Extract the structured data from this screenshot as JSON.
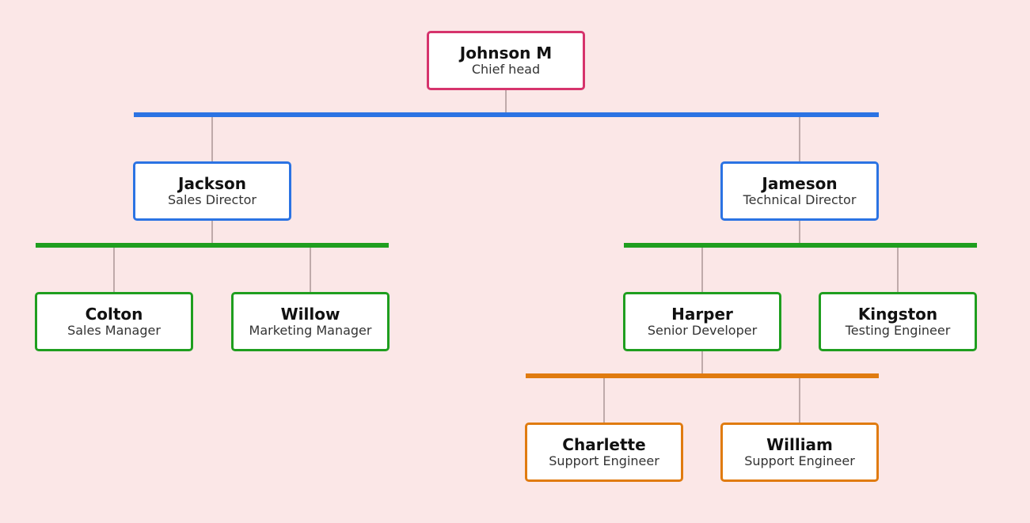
{
  "colors": {
    "background": "#fbe7e7",
    "root": "#d6336c",
    "level1": "#2b73e3",
    "level2": "#1f9e1f",
    "level3": "#e07b10",
    "connector": "#bfaaaa"
  },
  "nodes": {
    "johnson": {
      "name": "Johnson M",
      "role": "Chief head"
    },
    "jackson": {
      "name": "Jackson",
      "role": "Sales Director"
    },
    "jameson": {
      "name": "Jameson",
      "role": "Technical Director"
    },
    "colton": {
      "name": "Colton",
      "role": "Sales Manager"
    },
    "willow": {
      "name": "Willow",
      "role": "Marketing Manager"
    },
    "harper": {
      "name": "Harper",
      "role": "Senior Developer"
    },
    "kingston": {
      "name": "Kingston",
      "role": "Testing Engineer"
    },
    "charlette": {
      "name": "Charlette",
      "role": "Support Engineer"
    },
    "william": {
      "name": "William",
      "role": "Support Engineer"
    }
  }
}
